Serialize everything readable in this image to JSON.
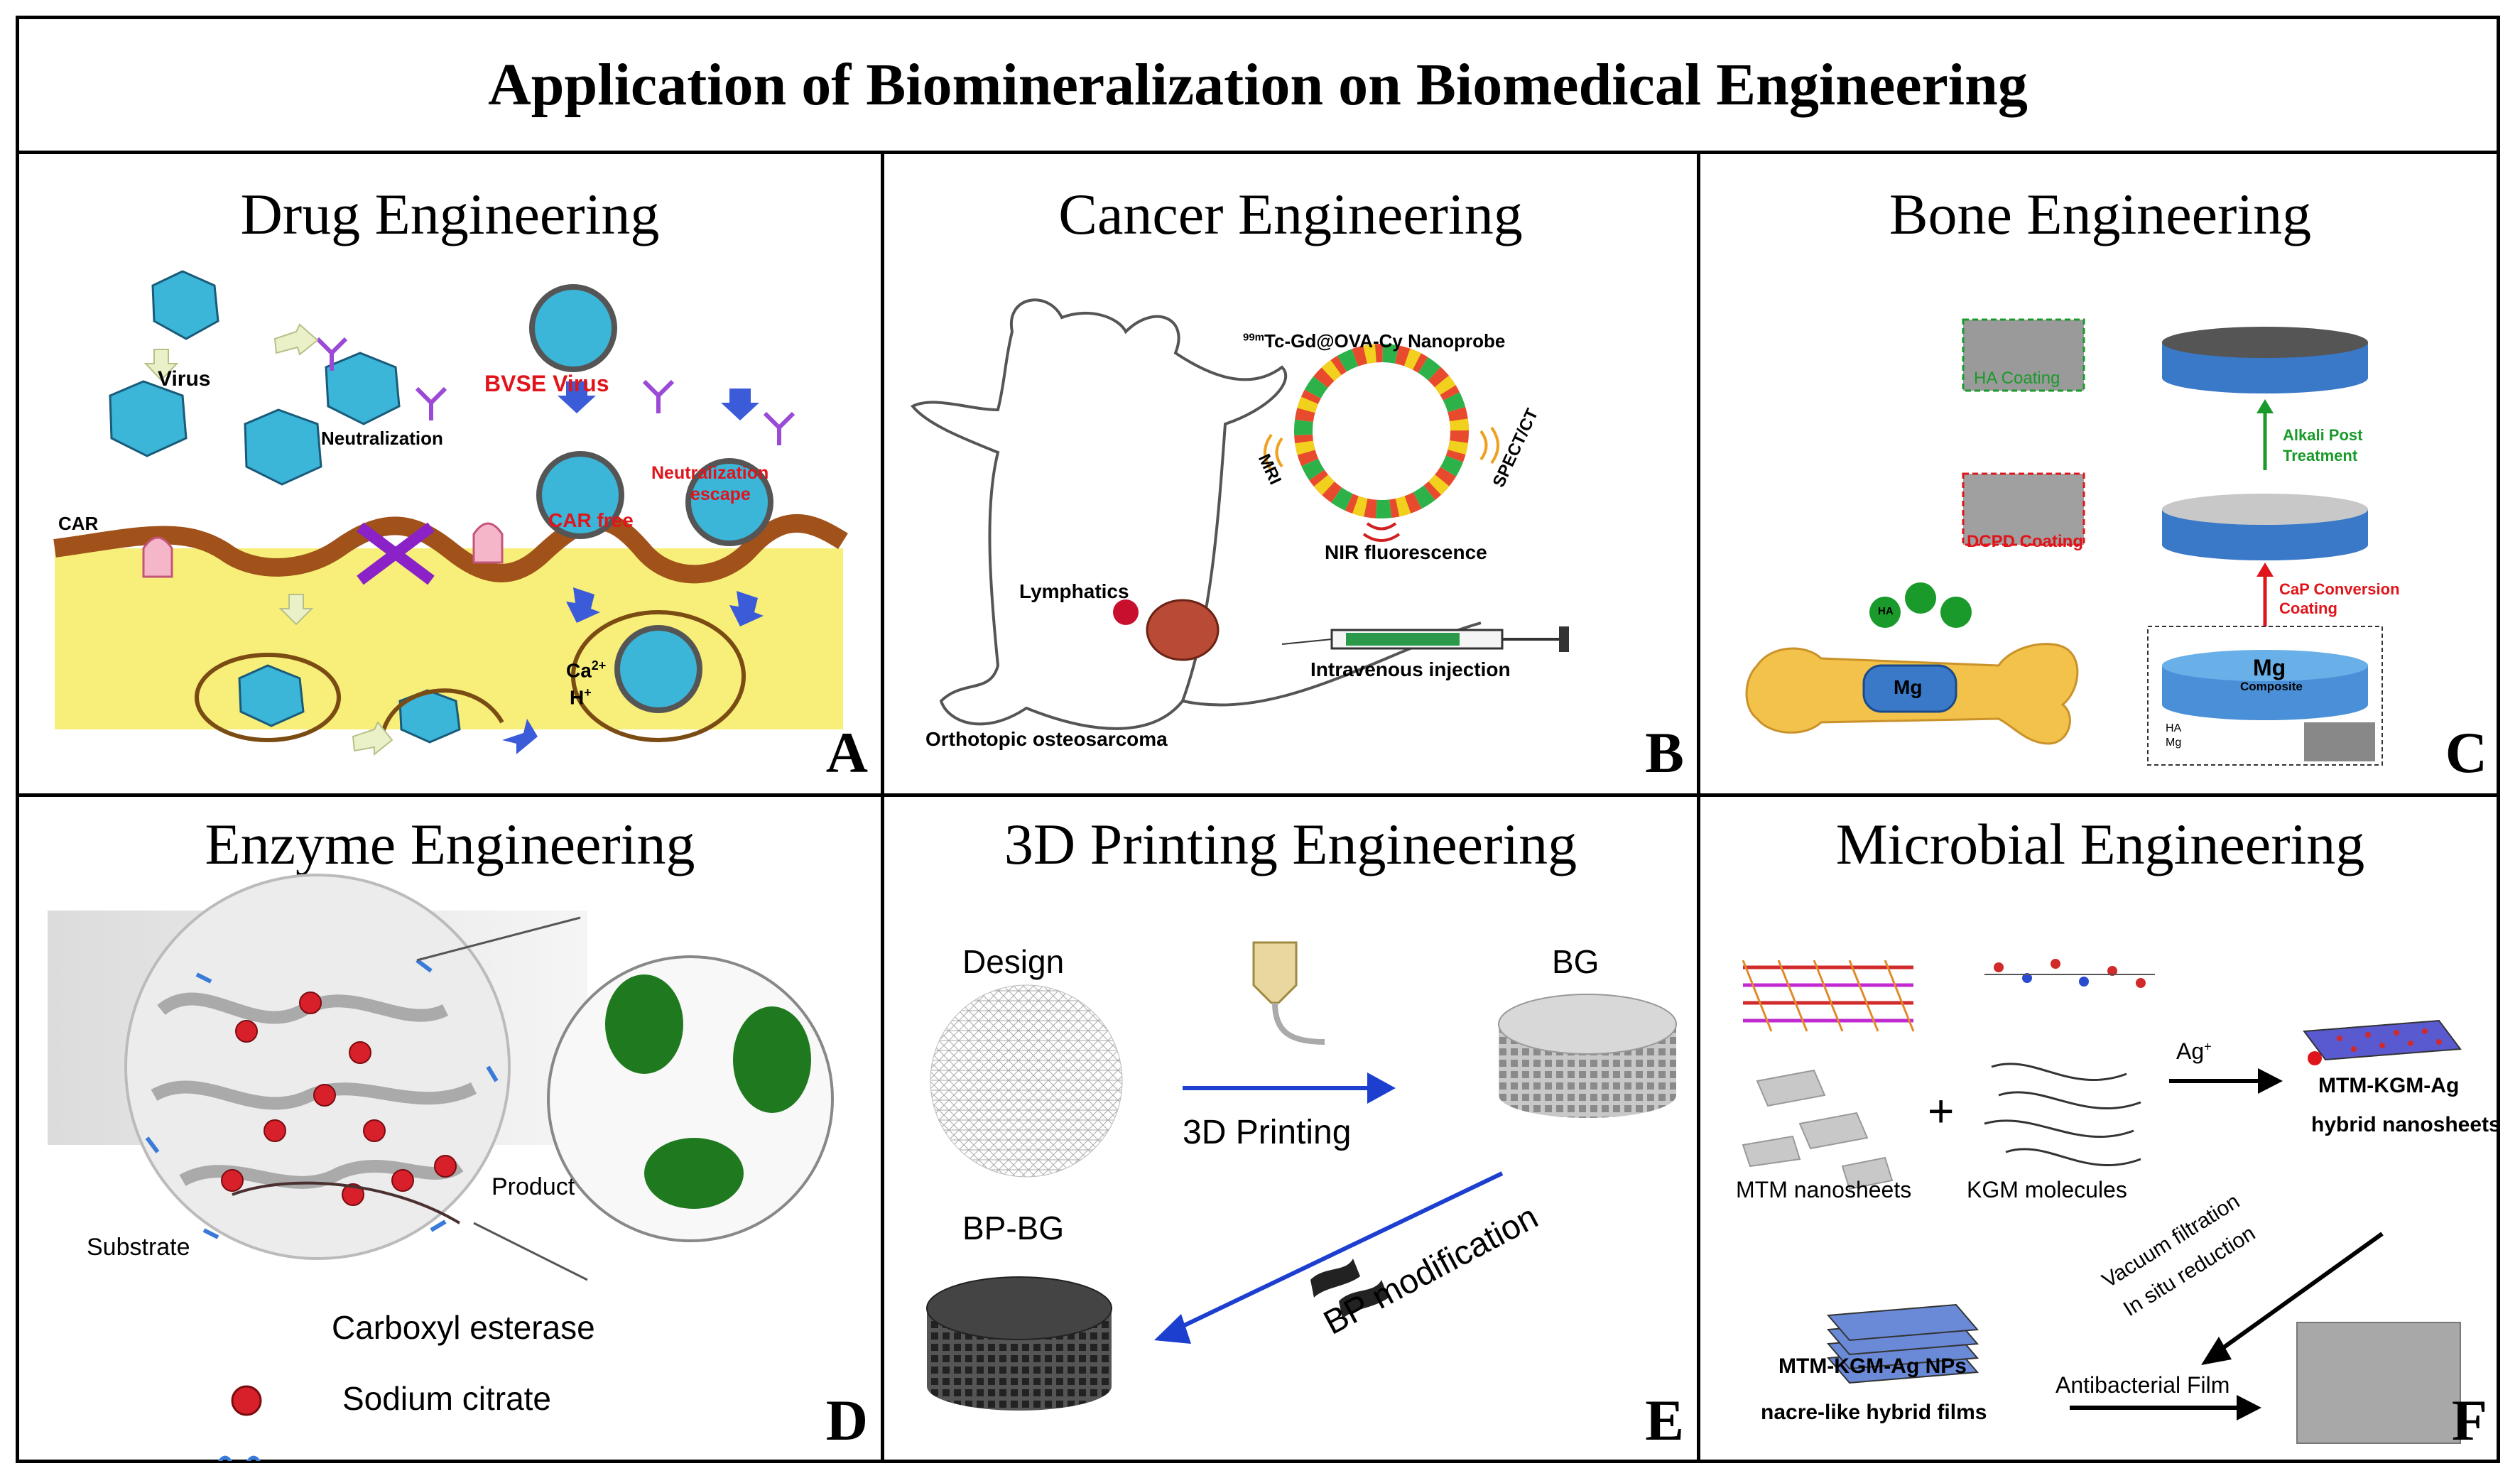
{
  "figure": {
    "title": "Application of Biomineralization on Biomedical Engineering"
  },
  "panels": [
    {
      "letter": "A",
      "title": "Drug Engineering",
      "labels": {
        "virus": "Virus",
        "bvse_virus": "BVSE Virus",
        "neutralization": "Neutralization",
        "neutralization_escape_1": "Neutralization",
        "neutralization_escape_2": "escape",
        "car": "CAR",
        "car_free": "CAR free",
        "ca": "Ca",
        "ca_charge": "2+",
        "h": "H",
        "h_charge": "+"
      }
    },
    {
      "letter": "B",
      "title": "Cancer Engineering",
      "labels": {
        "nanoprobe_sup": "99m",
        "nanoprobe": "Tc-Gd@OVA-Cy Nanoprobe",
        "mri": "MRI",
        "spect_ct": "SPECT/CT",
        "nir": "NIR fluorescence",
        "lymphatics": "Lymphatics",
        "injection": "Intravenous injection",
        "osteosarcoma": "Orthotopic osteosarcoma"
      }
    },
    {
      "letter": "C",
      "title": "Bone Engineering",
      "labels": {
        "ha_coating": "HA Coating",
        "dcpd_coating": "DCPD Coating",
        "alkali_1": "Alkali Post",
        "alkali_2": "Treatment",
        "cap_1": "CaP Conversion",
        "cap_2": "Coating",
        "mg_bone": "Mg",
        "mg_disc": "Mg",
        "composite": "Composite",
        "ha_sphere": "HA",
        "legend_ha": "HA",
        "legend_mg": "Mg"
      }
    },
    {
      "letter": "D",
      "title": "Enzyme Engineering",
      "labels": {
        "product": "Product",
        "substrate": "Substrate",
        "carboxyl": "Carboxyl esterase",
        "citrate": "Sodium citrate"
      }
    },
    {
      "letter": "E",
      "title": "3D Printing Engineering",
      "labels": {
        "design": "Design",
        "bg": "BG",
        "printing": "3D Printing",
        "bp_bg": "BP-BG",
        "bp_mod": "BP modification"
      }
    },
    {
      "letter": "F",
      "title": "Microbial Engineering",
      "labels": {
        "mtm_nanosheets": "MTM nanosheets",
        "kgm_molecules": "KGM molecules",
        "plus": "+",
        "ag": "Ag",
        "ag_charge": "+",
        "mtm_kgm_ag": "MTM-KGM-Ag",
        "hybrid_nanosheets": "hybrid nanosheets",
        "vacuum": "Vacuum filtration",
        "in_situ": "In situ reduction",
        "nps": "MTM-KGM-Ag NPs",
        "nacre": "nacre-like hybrid films",
        "antibacterial": "Antibacterial Film"
      }
    }
  ],
  "colors": {
    "red_label": "#e0151b",
    "green_label": "#1a9a2a",
    "blue_arrow": "#1c3fd0",
    "virus_cyan": "#3bb5d8",
    "cell_yellow": "#f7ef7a",
    "membrane_brown": "#a0521a"
  }
}
